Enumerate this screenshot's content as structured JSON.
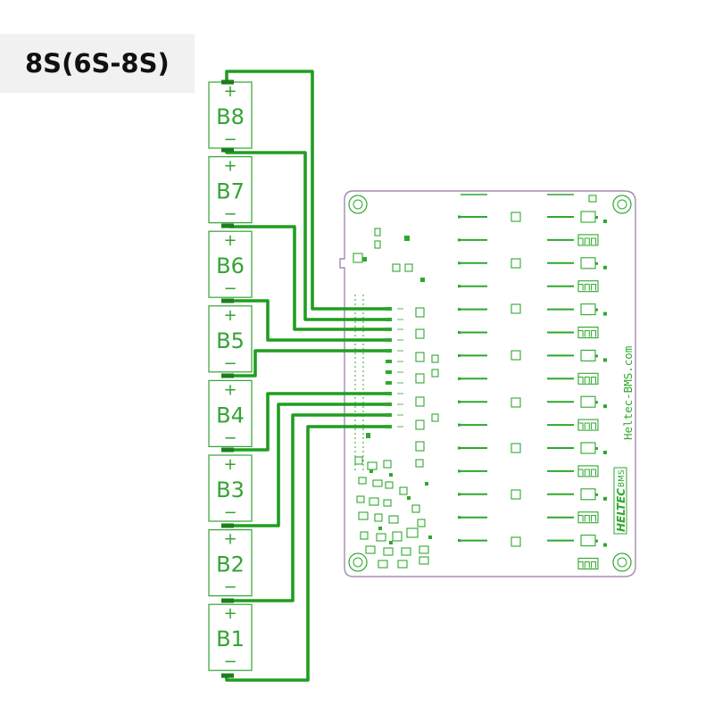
{
  "title": "8S(6S-8S)",
  "colors": {
    "wire": "#1f9e1f",
    "silkscreen": "#2ea82e",
    "board_edge": "#a58ab0",
    "title_bg": "#f1f1f1"
  },
  "cells": [
    {
      "label": "B8",
      "positive": "+",
      "negative": "−"
    },
    {
      "label": "B7",
      "positive": "+",
      "negative": "−"
    },
    {
      "label": "B6",
      "positive": "+",
      "negative": "−"
    },
    {
      "label": "B5",
      "positive": "+",
      "negative": "−"
    },
    {
      "label": "B4",
      "positive": "+",
      "negative": "−"
    },
    {
      "label": "B3",
      "positive": "+",
      "negative": "−"
    },
    {
      "label": "B2",
      "positive": "+",
      "negative": "−"
    },
    {
      "label": "B1",
      "positive": "+",
      "negative": "−"
    }
  ],
  "board": {
    "website": "Heltec-BMS.com",
    "logo_text": "HELTEC",
    "logo_sub": "BMS"
  }
}
